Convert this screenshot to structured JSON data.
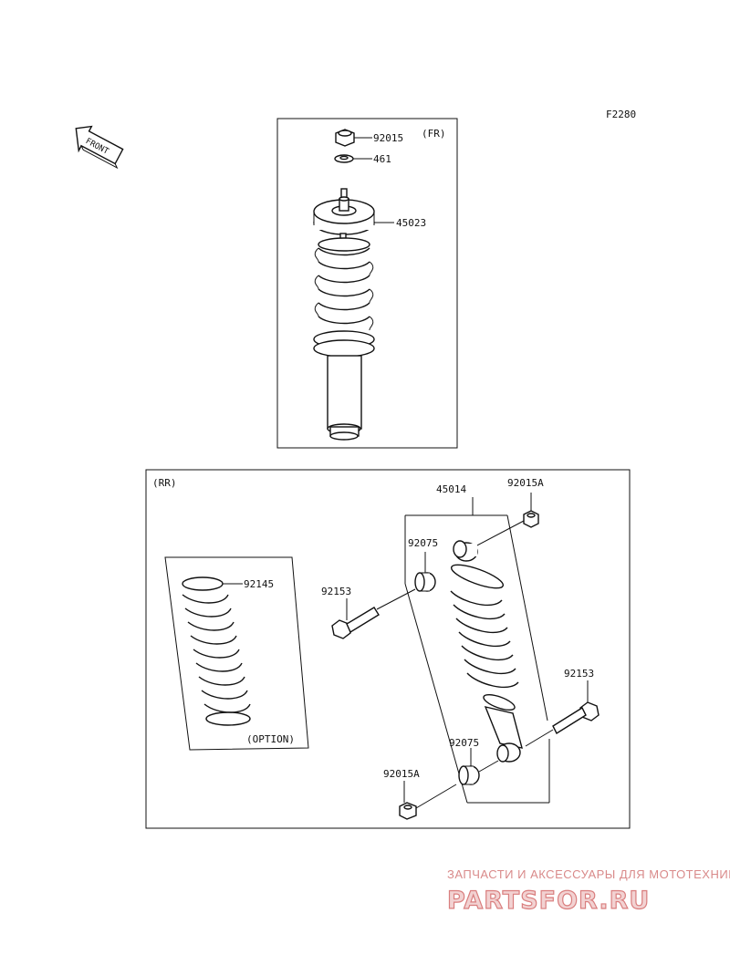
{
  "diagram_code": "F2280",
  "front_arrow_label": "FRONT",
  "front_section": {
    "label": "(FR)",
    "parts": {
      "nut": "92015",
      "washer": "461",
      "shock_assembly": "45023"
    }
  },
  "rear_section": {
    "label": "(RR)",
    "parts": {
      "shock_assembly": "45014",
      "nut_top": "92015A",
      "nut_bottom": "92015A",
      "bushing_top": "92075",
      "bushing_bottom": "92075",
      "bolt_top": "92153",
      "bolt_bottom": "92153",
      "spring_option": "92145"
    },
    "option_label": "(OPTION)"
  },
  "watermark": {
    "tagline": "ЗАПЧАСТИ И АКСЕССУАРЫ ДЛЯ МОТОТЕХНИКИ",
    "brand": "PARTSFOR.RU"
  }
}
